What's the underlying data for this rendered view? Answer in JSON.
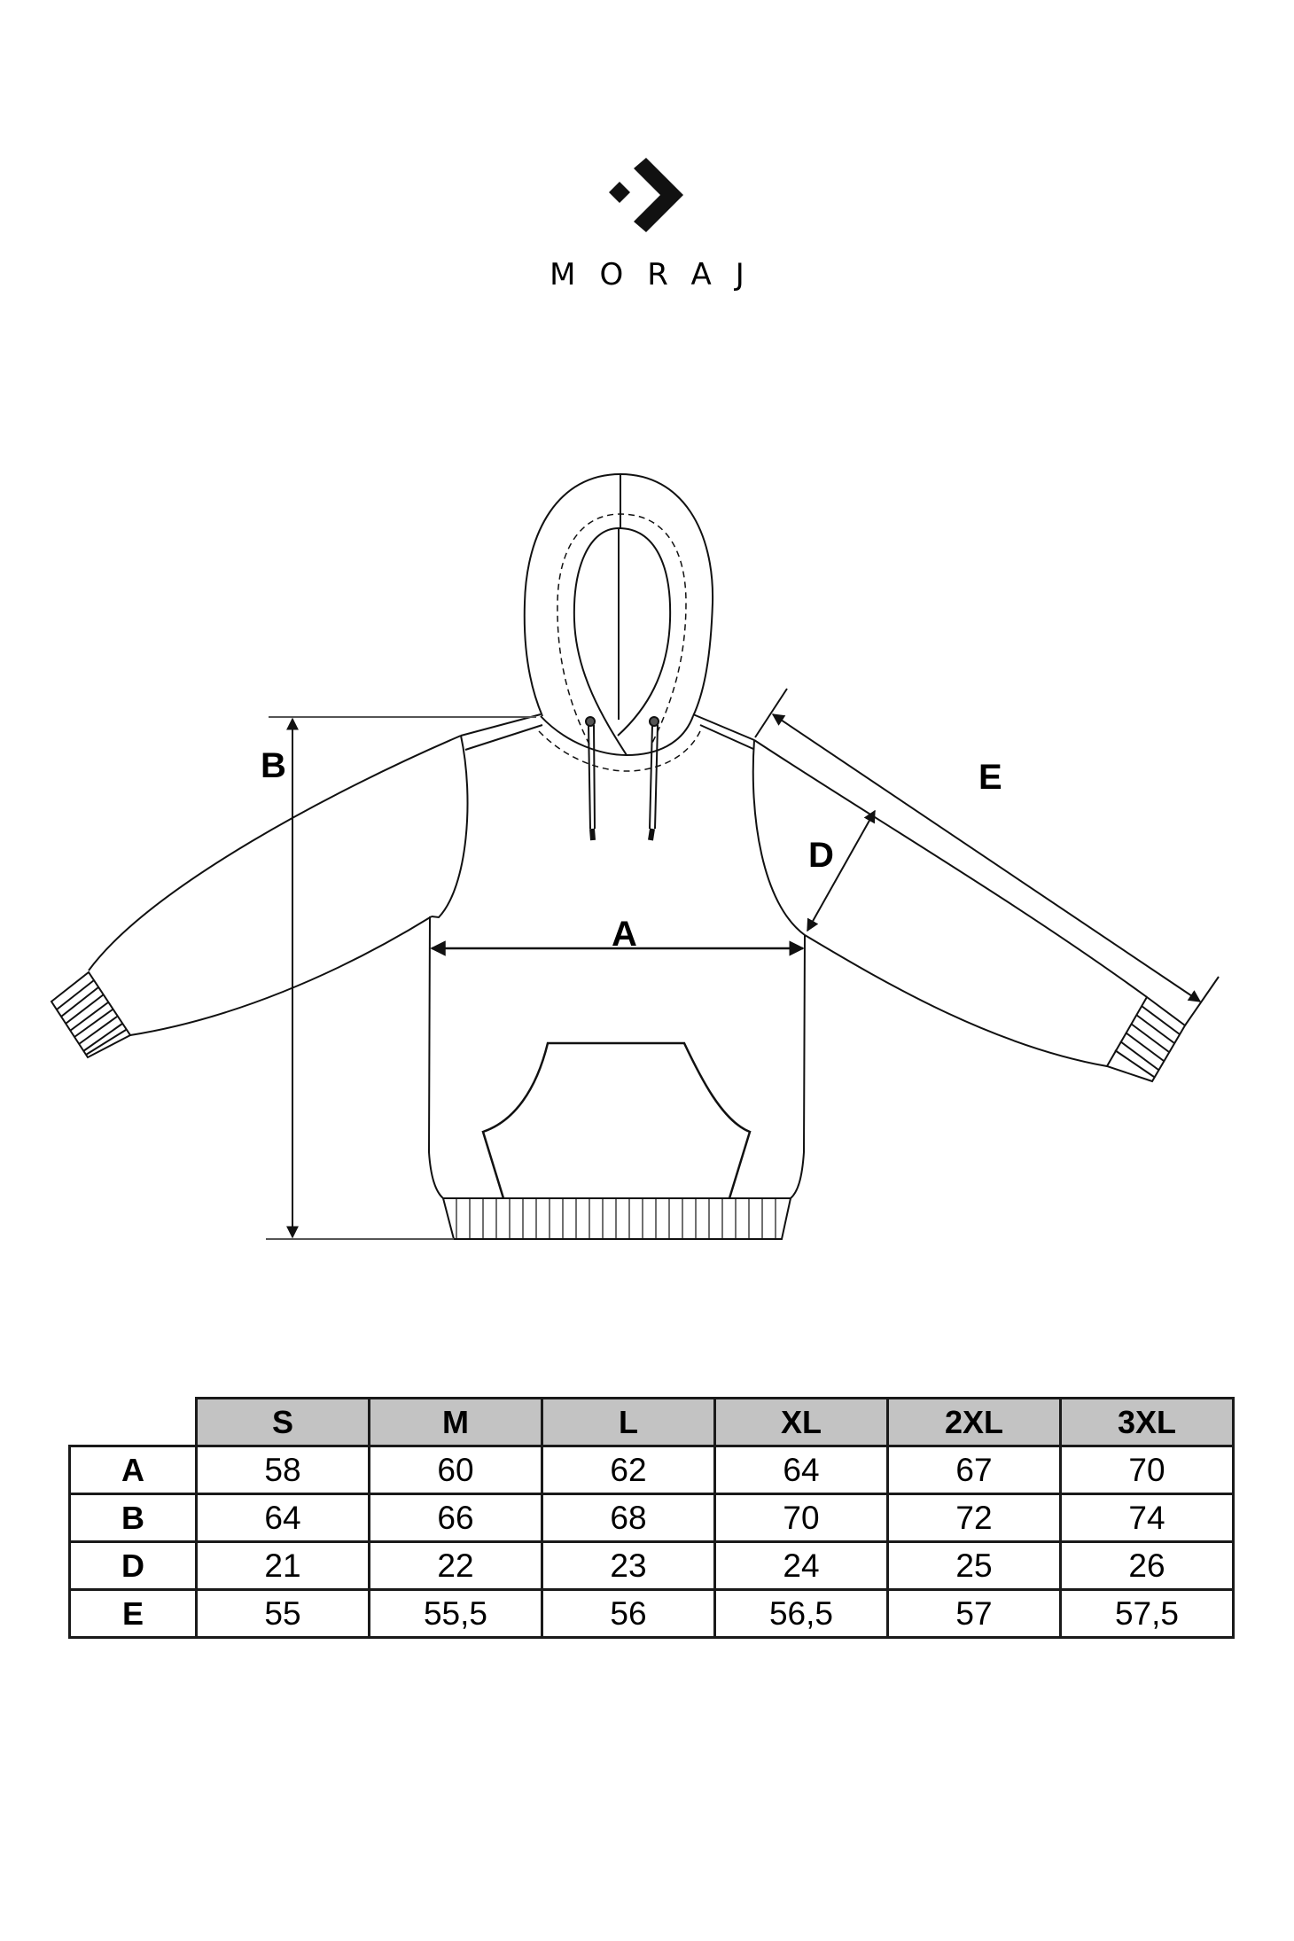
{
  "brand": {
    "name": "MORAJ",
    "logo_icon": "diamond-chevron-logo"
  },
  "diagram": {
    "garment": "hoodie",
    "labels": {
      "A": "A",
      "B": "B",
      "D": "D",
      "E": "E"
    }
  },
  "size_table": {
    "headers": [
      "S",
      "M",
      "L",
      "XL",
      "2XL",
      "3XL"
    ],
    "rows": [
      {
        "label": "A",
        "values": [
          "58",
          "60",
          "62",
          "64",
          "67",
          "70"
        ]
      },
      {
        "label": "B",
        "values": [
          "64",
          "66",
          "68",
          "70",
          "72",
          "74"
        ]
      },
      {
        "label": "D",
        "values": [
          "21",
          "22",
          "23",
          "24",
          "25",
          "26"
        ]
      },
      {
        "label": "E",
        "values": [
          "55",
          "55,5",
          "56",
          "56,5",
          "57",
          "57,5"
        ]
      }
    ],
    "header_bg": "#c3c3c3"
  }
}
